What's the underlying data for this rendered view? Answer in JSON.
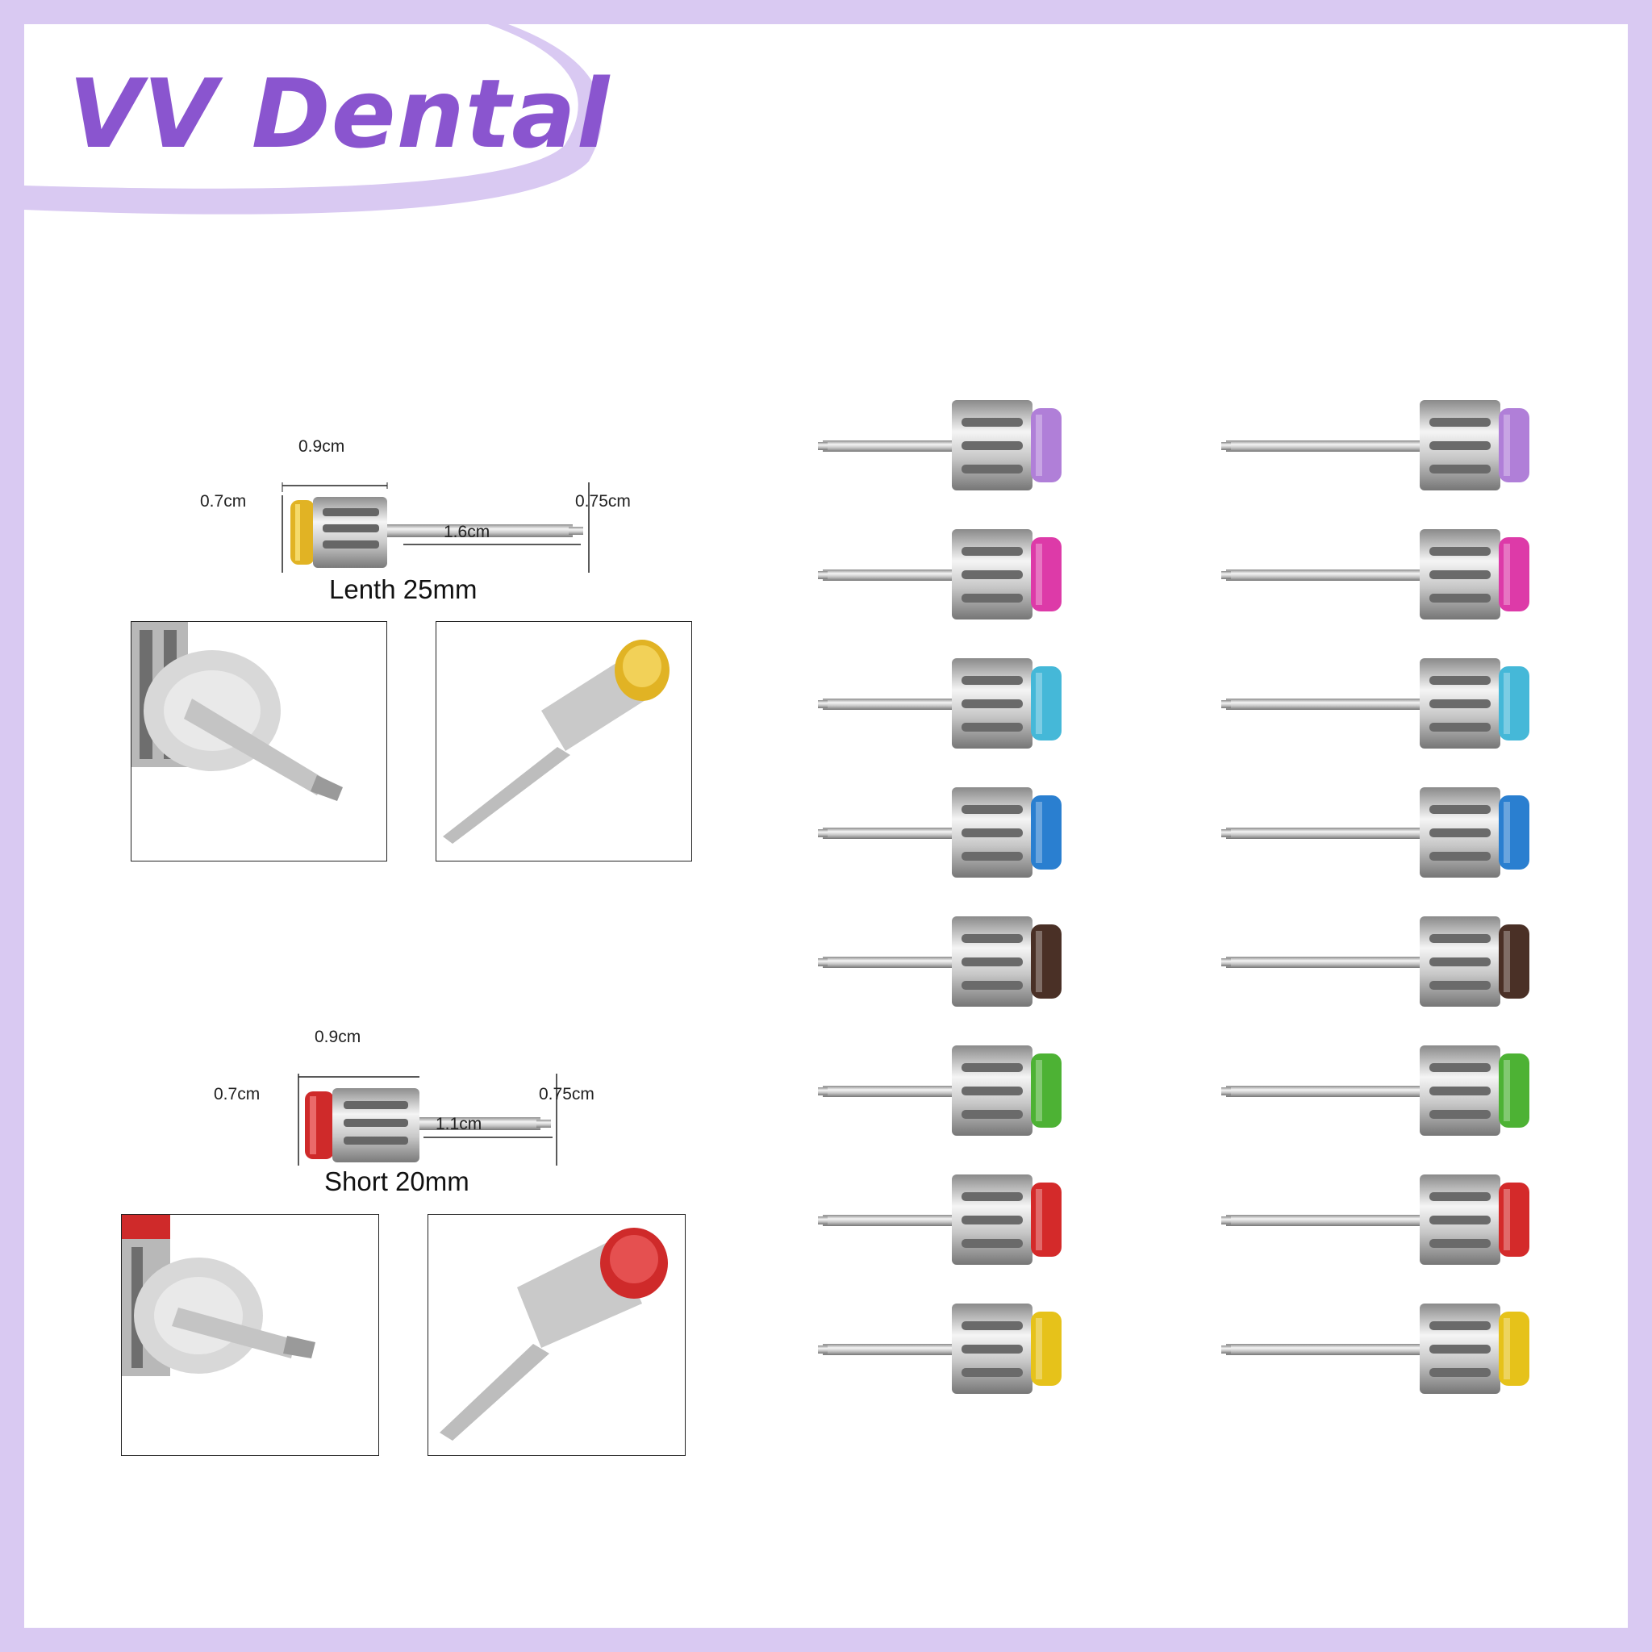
{
  "brand": {
    "name": "VV Dental",
    "banner_color": "#d9c9f2",
    "text_color": "#8a55cf"
  },
  "long_driver": {
    "head_width": "0.9cm",
    "head_height": "0.7cm",
    "shaft_length": "1.6cm",
    "total_height": "0.75cm",
    "caption": "Lenth 25mm",
    "cap_color": "#e1b324"
  },
  "short_driver": {
    "head_width": "0.9cm",
    "head_height": "0.7cm",
    "shaft_length": "1.1cm",
    "total_height": "0.75cm",
    "caption": "Short 20mm",
    "cap_color": "#cf2a2a"
  },
  "driver_set": {
    "columns": [
      "short",
      "long"
    ],
    "cap_colors": [
      "#b07fd8",
      "#dd3aa8",
      "#45b8d8",
      "#2a7fd0",
      "#4a3026",
      "#4db234",
      "#d42a2a",
      "#e6c21a"
    ]
  }
}
